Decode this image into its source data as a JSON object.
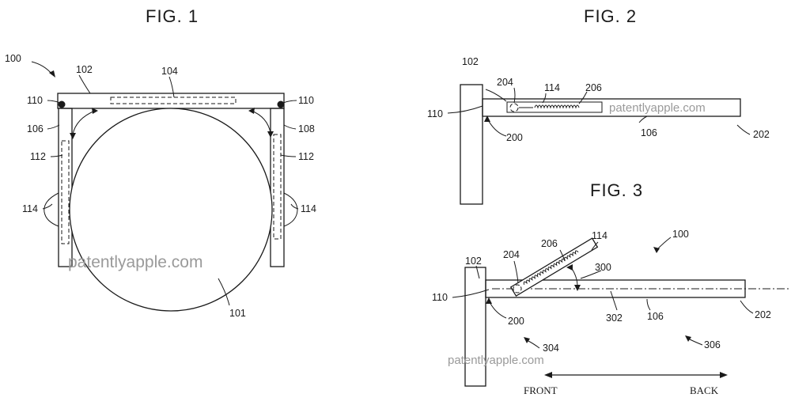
{
  "figures": {
    "fig1": {
      "title": "FIG. 1",
      "labels": {
        "n100": "100",
        "n102": "102",
        "n104": "104",
        "n110_left": "110",
        "n110_right": "110",
        "n106": "106",
        "n108": "108",
        "n112_left": "112",
        "n112_right": "112",
        "n114_left": "114",
        "n114_right": "114",
        "n101": "101"
      },
      "watermark": "patentlyapple.com"
    },
    "fig2": {
      "title": "FIG. 2",
      "labels": {
        "n102": "102",
        "n204": "204",
        "n114": "114",
        "n206": "206",
        "n110": "110",
        "n106": "106",
        "n200": "200",
        "n202": "202"
      },
      "watermark": "patentlyapple.com"
    },
    "fig3": {
      "title": "FIG. 3",
      "labels": {
        "n100": "100",
        "n206": "206",
        "n114": "114",
        "n204": "204",
        "n102": "102",
        "n300": "300",
        "n110": "110",
        "n302": "302",
        "n106": "106",
        "n200": "200",
        "n202": "202",
        "n304": "304",
        "n306": "306"
      },
      "front": "FRONT",
      "back": "BACK",
      "watermark": "patentlyapple.com"
    }
  }
}
